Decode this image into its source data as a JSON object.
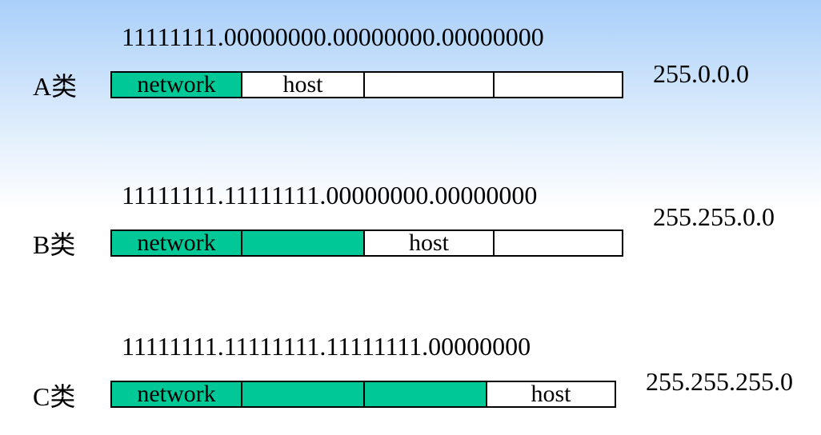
{
  "colors": {
    "network": "#00c896",
    "host": "#ffffff",
    "border": "#000000"
  },
  "rows": [
    {
      "binary": "11111111.00000000.00000000.00000000",
      "class_label": "A类",
      "mask": "255.0.0.0",
      "segments": [
        {
          "text": "network",
          "filled": true
        },
        {
          "text": "host",
          "filled": false
        },
        {
          "text": "",
          "filled": false
        },
        {
          "text": "",
          "filled": false
        }
      ]
    },
    {
      "binary": "11111111.11111111.00000000.00000000",
      "class_label": "B类",
      "mask": "255.255.0.0",
      "segments": [
        {
          "text": "network",
          "filled": true
        },
        {
          "text": "",
          "filled": true
        },
        {
          "text": "host",
          "filled": false
        },
        {
          "text": "",
          "filled": false
        }
      ]
    },
    {
      "binary": "11111111.11111111.11111111.00000000",
      "class_label": "C类",
      "mask": "255.255.255.0",
      "segments": [
        {
          "text": "network",
          "filled": true
        },
        {
          "text": "",
          "filled": true
        },
        {
          "text": "",
          "filled": true
        },
        {
          "text": "host",
          "filled": false
        }
      ]
    }
  ]
}
